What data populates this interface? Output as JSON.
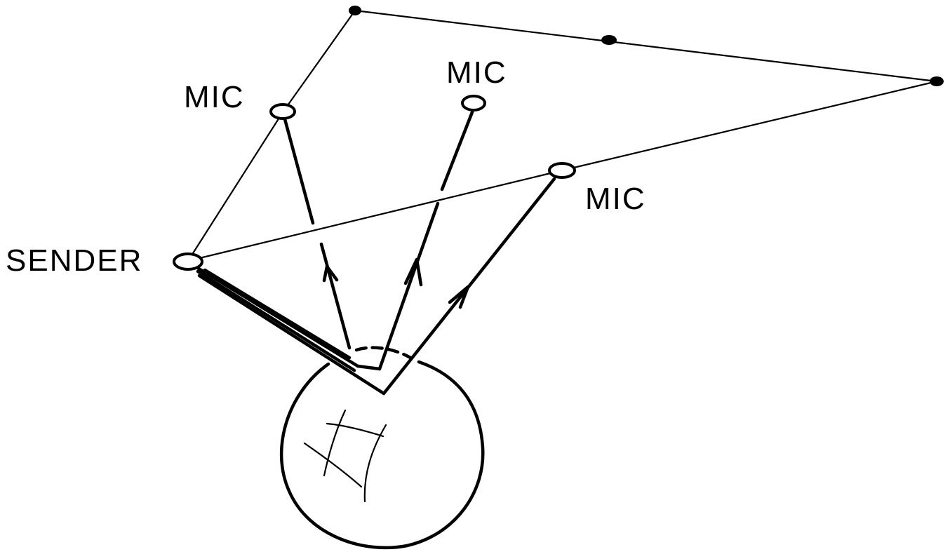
{
  "labels": {
    "sender": "SENDER",
    "mic_left": "MIC",
    "mic_center": "MIC",
    "mic_right": "MIC"
  }
}
